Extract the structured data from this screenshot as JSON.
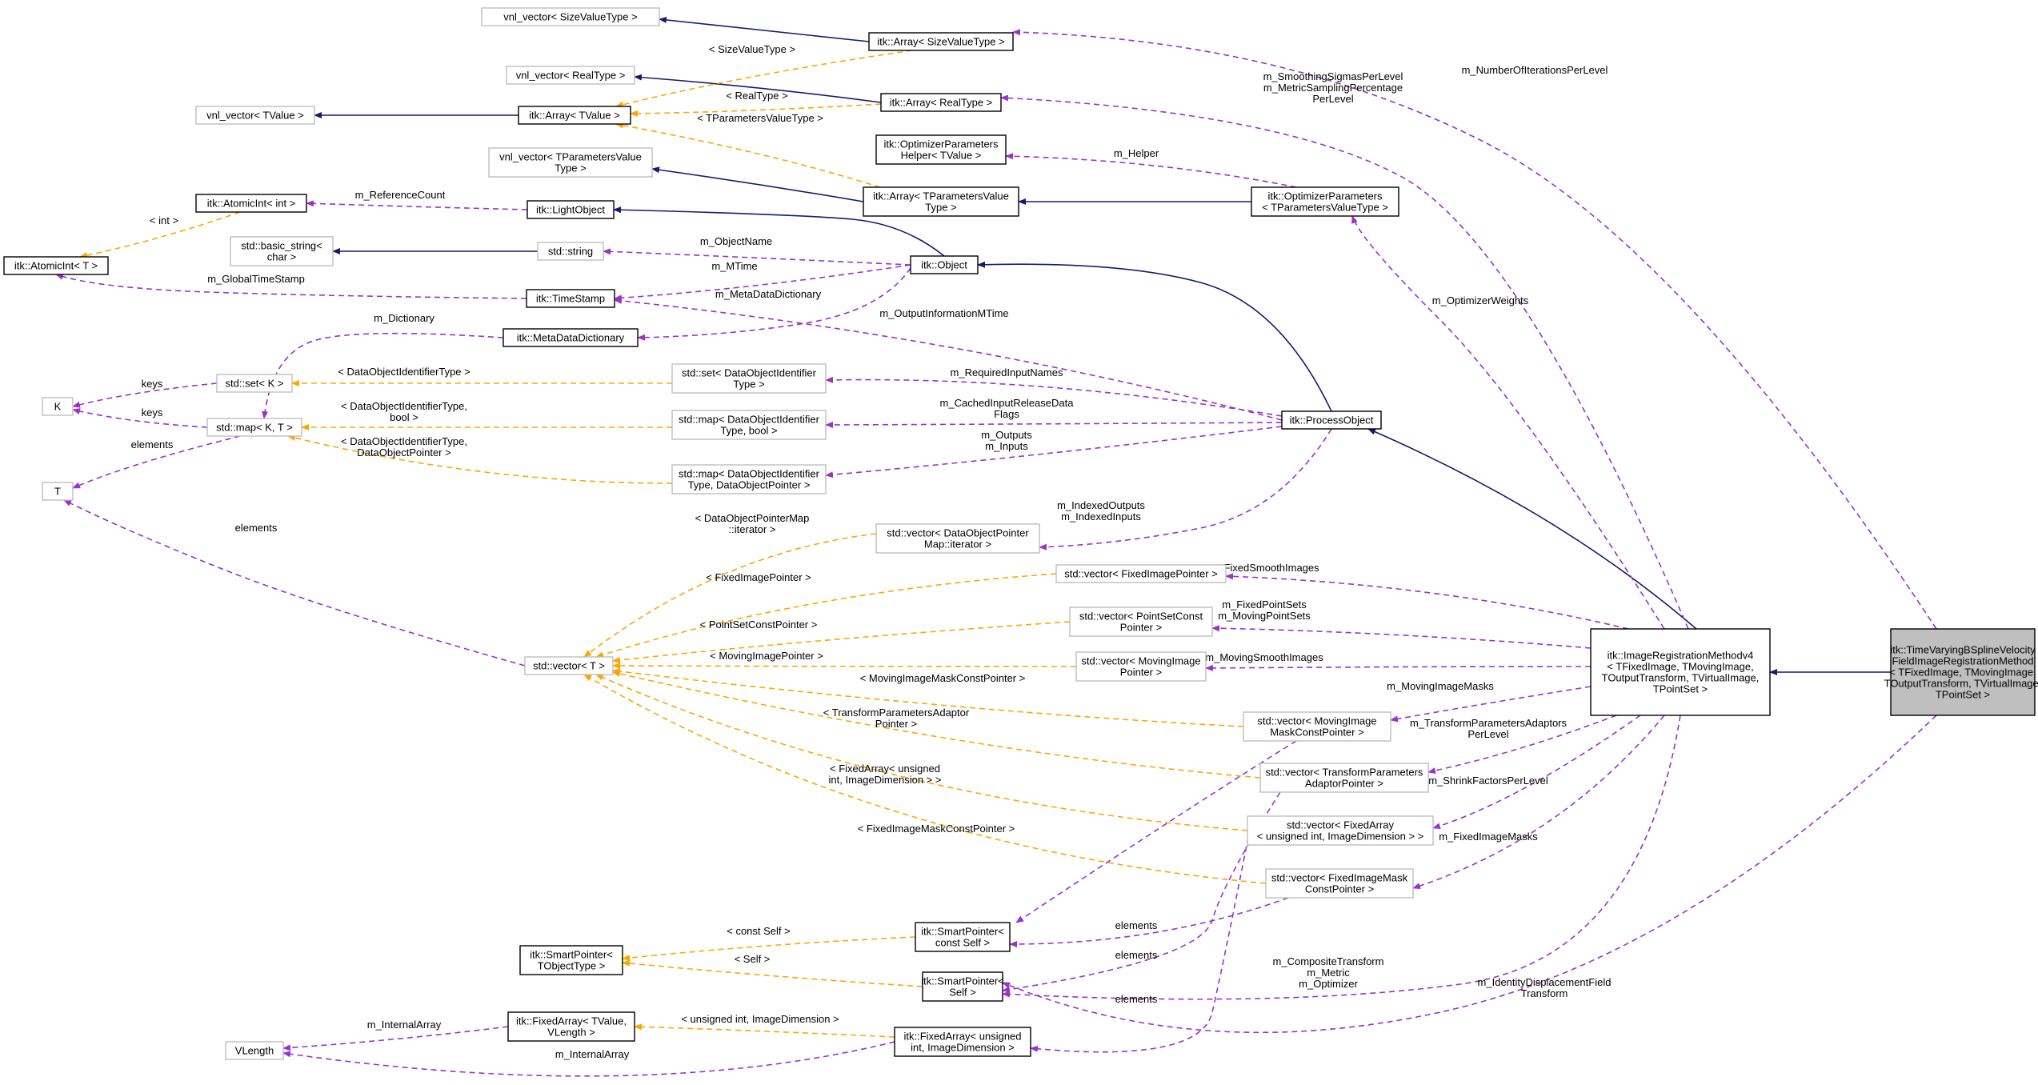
{
  "colors": {
    "inherit": "#191970",
    "member": "#9a32cd",
    "template": "#ffa500",
    "box_black": "#000000",
    "box_gray": "#bfbfbf",
    "focus_fill": "#bfbfbf"
  },
  "nodes": [
    {
      "id": "vnl_size",
      "lines": [
        "vnl_vector< SizeValueType >"
      ],
      "style": "gray"
    },
    {
      "id": "arr_size",
      "lines": [
        "itk::Array< SizeValueType >"
      ],
      "style": "black"
    },
    {
      "id": "vnl_real",
      "lines": [
        "vnl_vector< RealType >"
      ],
      "style": "gray"
    },
    {
      "id": "arr_real",
      "lines": [
        "itk::Array< RealType >"
      ],
      "style": "black"
    },
    {
      "id": "vnl_tvalue",
      "lines": [
        "vnl_vector< TValue >"
      ],
      "style": "gray"
    },
    {
      "id": "arr_tvalue",
      "lines": [
        "itk::Array< TValue >"
      ],
      "style": "black"
    },
    {
      "id": "opt_helper",
      "lines": [
        "itk::OptimizerParameters",
        "Helper< TValue >"
      ],
      "style": "black"
    },
    {
      "id": "vnl_tparam",
      "lines": [
        "vnl_vector< TParametersValue",
        "Type >"
      ],
      "style": "gray"
    },
    {
      "id": "arr_tparam",
      "lines": [
        "itk::Array< TParametersValue",
        "Type >"
      ],
      "style": "black"
    },
    {
      "id": "opt_params",
      "lines": [
        "itk::OptimizerParameters",
        "< TParametersValueType >"
      ],
      "style": "black"
    },
    {
      "id": "atomic_int",
      "lines": [
        "itk::AtomicInt< int >"
      ],
      "style": "black"
    },
    {
      "id": "light_obj",
      "lines": [
        "itk::LightObject"
      ],
      "style": "black"
    },
    {
      "id": "atomic_t",
      "lines": [
        "itk::AtomicInt< T >"
      ],
      "style": "black"
    },
    {
      "id": "basic_string",
      "lines": [
        "std::basic_string<",
        "char >"
      ],
      "style": "gray"
    },
    {
      "id": "std_string",
      "lines": [
        "std::string"
      ],
      "style": "gray"
    },
    {
      "id": "itk_object",
      "lines": [
        "itk::Object"
      ],
      "style": "black"
    },
    {
      "id": "timestamp",
      "lines": [
        "itk::TimeStamp"
      ],
      "style": "black"
    },
    {
      "id": "meta_dict",
      "lines": [
        "itk::MetaDataDictionary"
      ],
      "style": "black"
    },
    {
      "id": "k",
      "lines": [
        "K"
      ],
      "style": "gray"
    },
    {
      "id": "set_k",
      "lines": [
        "std::set< K >"
      ],
      "style": "gray"
    },
    {
      "id": "set_doi",
      "lines": [
        "std::set< DataObjectIdentifier",
        "Type >"
      ],
      "style": "gray"
    },
    {
      "id": "map_kt",
      "lines": [
        "std::map< K, T >"
      ],
      "style": "gray"
    },
    {
      "id": "map_bool",
      "lines": [
        "std::map< DataObjectIdentifier",
        "Type, bool >"
      ],
      "style": "gray"
    },
    {
      "id": "process_obj",
      "lines": [
        "itk::ProcessObject"
      ],
      "style": "black"
    },
    {
      "id": "t",
      "lines": [
        "T"
      ],
      "style": "gray"
    },
    {
      "id": "map_dop",
      "lines": [
        "std::map< DataObjectIdentifier",
        "Type, DataObjectPointer >"
      ],
      "style": "gray"
    },
    {
      "id": "vec_dopm",
      "lines": [
        "std::vector< DataObjectPointer",
        "Map::iterator >"
      ],
      "style": "gray"
    },
    {
      "id": "vec_fip",
      "lines": [
        "std::vector< FixedImagePointer >"
      ],
      "style": "gray"
    },
    {
      "id": "vec_t",
      "lines": [
        "std::vector< T >"
      ],
      "style": "gray"
    },
    {
      "id": "vec_pscp",
      "lines": [
        "std::vector< PointSetConst",
        "Pointer >"
      ],
      "style": "gray"
    },
    {
      "id": "vec_mip",
      "lines": [
        "std::vector< MovingImage",
        "Pointer >"
      ],
      "style": "gray"
    },
    {
      "id": "irm4",
      "lines": [
        "itk::ImageRegistrationMethodv4",
        "< TFixedImage, TMovingImage,",
        "TOutputTransform, TVirtualImage,",
        "TPointSet >"
      ],
      "style": "black"
    },
    {
      "id": "tvbs",
      "lines": [
        "itk::TimeVaryingBSplineVelocity",
        "FieldImageRegistrationMethod",
        "< TFixedImage, TMovingImage,",
        "TOutputTransform, TVirtualImage,",
        "TPointSet >"
      ],
      "style": "focus"
    },
    {
      "id": "vec_mimcp",
      "lines": [
        "std::vector< MovingImage",
        "MaskConstPointer >"
      ],
      "style": "gray"
    },
    {
      "id": "vec_tpap",
      "lines": [
        "std::vector< TransformParameters",
        "AdaptorPointer >"
      ],
      "style": "gray"
    },
    {
      "id": "vec_fa",
      "lines": [
        "std::vector< FixedArray",
        "< unsigned int, ImageDimension > >"
      ],
      "style": "gray"
    },
    {
      "id": "vec_fimcp",
      "lines": [
        "std::vector< FixedImageMask",
        "ConstPointer >"
      ],
      "style": "gray"
    },
    {
      "id": "sp_to",
      "lines": [
        "itk::SmartPointer<",
        "TObjectType >"
      ],
      "style": "black"
    },
    {
      "id": "sp_const",
      "lines": [
        "itk::SmartPointer<",
        "const Self >"
      ],
      "style": "black"
    },
    {
      "id": "sp_self",
      "lines": [
        "itk::SmartPointer<",
        "Self >"
      ],
      "style": "black"
    },
    {
      "id": "fa_tvalue",
      "lines": [
        "itk::FixedArray< TValue,",
        "VLength >"
      ],
      "style": "black"
    },
    {
      "id": "vlength",
      "lines": [
        "VLength"
      ],
      "style": "gray"
    },
    {
      "id": "fa_uint",
      "lines": [
        "itk::FixedArray< unsigned",
        "int, ImageDimension >"
      ],
      "style": "black"
    }
  ],
  "edges": [
    {
      "from": "arr_size",
      "to": "vnl_size",
      "kind": "inherit",
      "label": []
    },
    {
      "from": "arr_real",
      "to": "vnl_real",
      "kind": "inherit",
      "label": []
    },
    {
      "from": "arr_tvalue",
      "to": "vnl_tvalue",
      "kind": "inherit",
      "label": []
    },
    {
      "from": "arr_tparam",
      "to": "vnl_tparam",
      "kind": "inherit",
      "label": []
    },
    {
      "from": "opt_params",
      "to": "arr_tparam",
      "kind": "inherit",
      "label": []
    },
    {
      "from": "itk_object",
      "to": "light_obj",
      "kind": "inherit",
      "label": []
    },
    {
      "from": "std_string",
      "to": "basic_string",
      "kind": "inherit",
      "label": []
    },
    {
      "from": "process_obj",
      "to": "itk_object",
      "kind": "inherit",
      "label": []
    },
    {
      "from": "irm4",
      "to": "process_obj",
      "kind": "inherit",
      "label": []
    },
    {
      "from": "tvbs",
      "to": "irm4",
      "kind": "inherit",
      "label": []
    },
    {
      "from": "arr_size",
      "to": "arr_tvalue",
      "kind": "template",
      "label": [
        "< SizeValueType >"
      ]
    },
    {
      "from": "arr_real",
      "to": "arr_tvalue",
      "kind": "template",
      "label": [
        "< RealType >"
      ]
    },
    {
      "from": "arr_tparam",
      "to": "arr_tvalue",
      "kind": "template",
      "label": [
        "< TParametersValueType >"
      ]
    },
    {
      "from": "atomic_int",
      "to": "atomic_t",
      "kind": "template",
      "label": [
        "< int >"
      ]
    },
    {
      "from": "set_doi",
      "to": "set_k",
      "kind": "template",
      "label": [
        "< DataObjectIdentifierType >"
      ]
    },
    {
      "from": "map_bool",
      "to": "map_kt",
      "kind": "template",
      "label": [
        "< DataObjectIdentifierType,",
        "bool >"
      ]
    },
    {
      "from": "map_dop",
      "to": "map_kt",
      "kind": "template",
      "label": [
        "< DataObjectIdentifierType,",
        "DataObjectPointer >"
      ]
    },
    {
      "from": "vec_dopm",
      "to": "vec_t",
      "kind": "template",
      "label": [
        "< DataObjectPointerMap",
        "::iterator >"
      ]
    },
    {
      "from": "vec_fip",
      "to": "vec_t",
      "kind": "template",
      "label": [
        "< FixedImagePointer >"
      ]
    },
    {
      "from": "vec_pscp",
      "to": "vec_t",
      "kind": "template",
      "label": [
        "< PointSetConstPointer >"
      ]
    },
    {
      "from": "vec_mip",
      "to": "vec_t",
      "kind": "template",
      "label": [
        "< MovingImagePointer >"
      ]
    },
    {
      "from": "vec_mimcp",
      "to": "vec_t",
      "kind": "template",
      "label": [
        "< MovingImageMaskConstPointer >"
      ]
    },
    {
      "from": "vec_tpap",
      "to": "vec_t",
      "kind": "template",
      "label": [
        "< TransformParametersAdaptor",
        "Pointer >"
      ]
    },
    {
      "from": "vec_fa",
      "to": "vec_t",
      "kind": "template",
      "label": [
        "< FixedArray< unsigned",
        "int, ImageDimension > >"
      ]
    },
    {
      "from": "vec_fimcp",
      "to": "vec_t",
      "kind": "template",
      "label": [
        "< FixedImageMaskConstPointer >"
      ]
    },
    {
      "from": "sp_const",
      "to": "sp_to",
      "kind": "template",
      "label": [
        "< const Self >"
      ]
    },
    {
      "from": "sp_self",
      "to": "sp_to",
      "kind": "template",
      "label": [
        "< Self >"
      ]
    },
    {
      "from": "fa_uint",
      "to": "fa_tvalue",
      "kind": "template",
      "label": [
        "< unsigned int, ImageDimension >"
      ]
    },
    {
      "from": "tvbs",
      "to": "arr_size",
      "kind": "member",
      "label": [
        "m_NumberOfIterationsPerLevel"
      ]
    },
    {
      "from": "irm4",
      "to": "arr_real",
      "kind": "member",
      "label": [
        "m_SmoothingSigmasPerLevel",
        "m_MetricSamplingPercentage",
        "PerLevel"
      ]
    },
    {
      "from": "opt_params",
      "to": "opt_helper",
      "kind": "member",
      "label": [
        "m_Helper"
      ]
    },
    {
      "from": "light_obj",
      "to": "atomic_int",
      "kind": "member",
      "label": [
        "m_ReferenceCount"
      ]
    },
    {
      "from": "itk_object",
      "to": "std_string",
      "kind": "member",
      "label": [
        "m_ObjectName"
      ]
    },
    {
      "from": "timestamp",
      "to": "atomic_t",
      "kind": "member",
      "label": [
        "m_GlobalTimeStamp"
      ]
    },
    {
      "from": "itk_object",
      "to": "timestamp",
      "kind": "member",
      "label": [
        "m_MTime"
      ]
    },
    {
      "from": "itk_object",
      "to": "meta_dict",
      "kind": "member",
      "label": [
        "m_MetaDataDictionary"
      ]
    },
    {
      "from": "process_obj",
      "to": "timestamp",
      "kind": "member",
      "label": [
        "m_OutputInformationMTime"
      ]
    },
    {
      "from": "irm4",
      "to": "opt_params",
      "kind": "member",
      "label": [
        "m_OptimizerWeights"
      ]
    },
    {
      "from": "meta_dict",
      "to": "map_kt",
      "kind": "member",
      "label": [
        "m_Dictionary"
      ]
    },
    {
      "from": "set_k",
      "to": "k",
      "kind": "member",
      "label": [
        "keys"
      ]
    },
    {
      "from": "map_kt",
      "to": "k",
      "kind": "member",
      "label": [
        "keys"
      ]
    },
    {
      "from": "map_kt",
      "to": "t",
      "kind": "member",
      "label": [
        "elements"
      ]
    },
    {
      "from": "vec_t",
      "to": "t",
      "kind": "member",
      "label": [
        "elements"
      ]
    },
    {
      "from": "process_obj",
      "to": "set_doi",
      "kind": "member",
      "label": [
        "m_RequiredInputNames"
      ]
    },
    {
      "from": "process_obj",
      "to": "map_bool",
      "kind": "member",
      "label": [
        "m_CachedInputReleaseData",
        "Flags"
      ]
    },
    {
      "from": "process_obj",
      "to": "map_dop",
      "kind": "member",
      "label": [
        "m_Outputs",
        "m_Inputs"
      ]
    },
    {
      "from": "process_obj",
      "to": "vec_dopm",
      "kind": "member",
      "label": [
        "m_IndexedOutputs",
        "m_IndexedInputs"
      ]
    },
    {
      "from": "irm4",
      "to": "vec_fip",
      "kind": "member",
      "label": [
        "m_FixedSmoothImages"
      ]
    },
    {
      "from": "irm4",
      "to": "vec_pscp",
      "kind": "member",
      "label": [
        "m_FixedPointSets",
        "m_MovingPointSets"
      ]
    },
    {
      "from": "irm4",
      "to": "vec_mip",
      "kind": "member",
      "label": [
        "m_MovingSmoothImages"
      ]
    },
    {
      "from": "irm4",
      "to": "vec_mimcp",
      "kind": "member",
      "label": [
        "m_MovingImageMasks"
      ]
    },
    {
      "from": "irm4",
      "to": "vec_tpap",
      "kind": "member",
      "label": [
        "m_TransformParametersAdaptors",
        "PerLevel"
      ]
    },
    {
      "from": "irm4",
      "to": "vec_fa",
      "kind": "member",
      "label": [
        "m_ShrinkFactorsPerLevel"
      ]
    },
    {
      "from": "irm4",
      "to": "vec_fimcp",
      "kind": "member",
      "label": [
        "m_FixedImageMasks"
      ]
    },
    {
      "from": "vec_mimcp",
      "to": "sp_const",
      "kind": "member",
      "label": [
        "elements"
      ]
    },
    {
      "from": "vec_fimcp",
      "to": "sp_const",
      "kind": "member",
      "label": [
        "elements"
      ]
    },
    {
      "from": "vec_tpap",
      "to": "sp_self",
      "kind": "member",
      "label": [
        "elements"
      ]
    },
    {
      "from": "irm4",
      "to": "sp_self",
      "kind": "member",
      "label": [
        "m_CompositeTransform",
        "m_Metric",
        "m_Optimizer"
      ]
    },
    {
      "from": "tvbs",
      "to": "sp_self",
      "kind": "member",
      "label": [
        "m_IdentityDisplacementField",
        "Transform"
      ]
    },
    {
      "from": "fa_tvalue",
      "to": "vlength",
      "kind": "member",
      "label": [
        "m_InternalArray"
      ]
    },
    {
      "from": "fa_uint",
      "to": "vlength",
      "kind": "member",
      "label": [
        "m_InternalArray"
      ]
    },
    {
      "from": "vec_fa",
      "to": "fa_uint",
      "kind": "member",
      "label": [
        "elements"
      ]
    }
  ]
}
